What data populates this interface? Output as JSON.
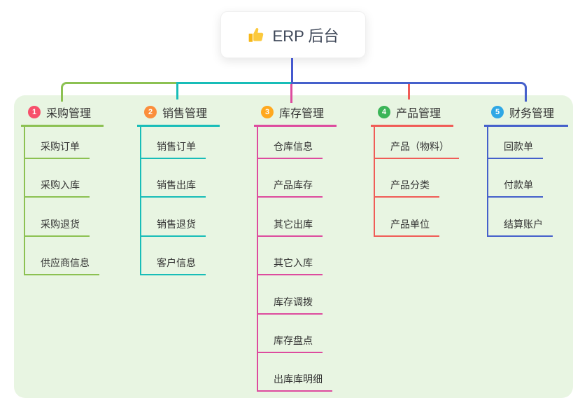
{
  "root": {
    "label": "ERP 后台",
    "icon": "thumbs-up-icon"
  },
  "colors": {
    "canvas_bg": "#e8f5e2",
    "root_connector": "#4458cf",
    "text": "#333333"
  },
  "branches": [
    {
      "num": "1",
      "title": "采购管理",
      "badge_color": "#f7506b",
      "line_color": "#8cc152",
      "children": [
        "采购订单",
        "采购入库",
        "采购退货",
        "供应商信息"
      ]
    },
    {
      "num": "2",
      "title": "销售管理",
      "badge_color": "#fb8e3c",
      "line_color": "#18bdb8",
      "children": [
        "销售订单",
        "销售出库",
        "销售退货",
        "客户信息"
      ]
    },
    {
      "num": "3",
      "title": "库存管理",
      "badge_color": "#ffa81e",
      "line_color": "#dd4b9e",
      "children": [
        "仓库信息",
        "产品库存",
        "其它出库",
        "其它入库",
        "库存调拨",
        "库存盘点",
        "出库库明细"
      ]
    },
    {
      "num": "4",
      "title": "产品管理",
      "badge_color": "#3bb558",
      "line_color": "#f05c57",
      "children": [
        "产品（物料）",
        "产品分类",
        "产品单位"
      ]
    },
    {
      "num": "5",
      "title": "财务管理",
      "badge_color": "#2fa7e5",
      "line_color": "#4560cb",
      "children": [
        "回款单",
        "付款单",
        "结算账户"
      ]
    }
  ]
}
